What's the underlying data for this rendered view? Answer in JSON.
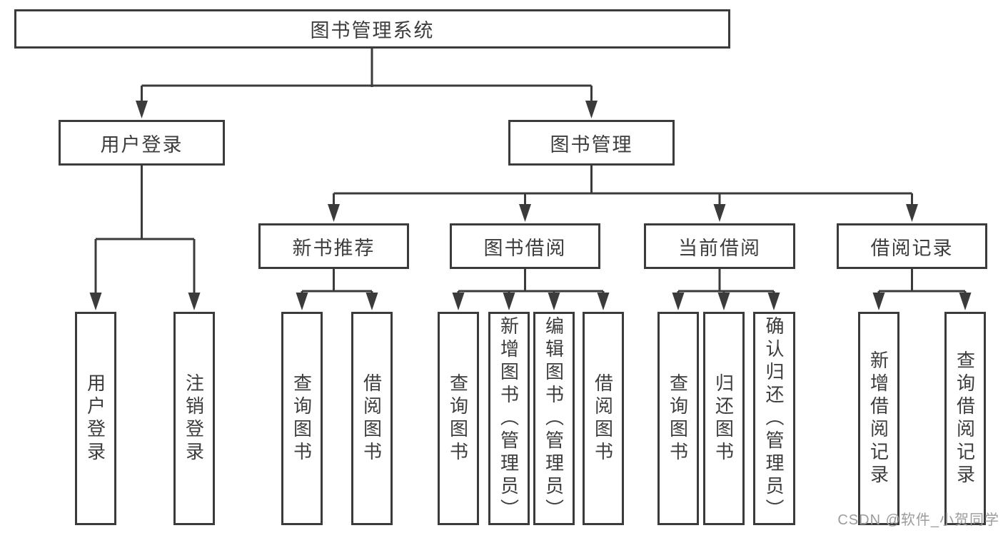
{
  "diagram": {
    "type": "tree",
    "root": {
      "label": "图书管理系统",
      "children": [
        {
          "label": "用户登录",
          "children": [
            {
              "label": "用户登录"
            },
            {
              "label": "注销登录"
            }
          ]
        },
        {
          "label": "图书管理",
          "children": [
            {
              "label": "新书推荐",
              "children": [
                {
                  "label": "查询图书"
                },
                {
                  "label": "借阅图书"
                }
              ]
            },
            {
              "label": "图书借阅",
              "children": [
                {
                  "label": "查询图书"
                },
                {
                  "label": "新增图书（管理员）"
                },
                {
                  "label": "编辑图书（管理员）"
                },
                {
                  "label": "借阅图书"
                }
              ]
            },
            {
              "label": "当前借阅",
              "children": [
                {
                  "label": "查询图书"
                },
                {
                  "label": "归还图书"
                },
                {
                  "label": "确认归还（管理员）"
                }
              ]
            },
            {
              "label": "借阅记录",
              "children": [
                {
                  "label": "新增借阅记录"
                },
                {
                  "label": "查询借阅记录"
                }
              ]
            }
          ]
        }
      ]
    },
    "watermark": "CSDN @软件_小贺同学",
    "colors": {
      "line": "#3b3b3b",
      "text": "#3d3d3d",
      "watermark": "#9c9c9c",
      "background": "#ffffff"
    }
  }
}
